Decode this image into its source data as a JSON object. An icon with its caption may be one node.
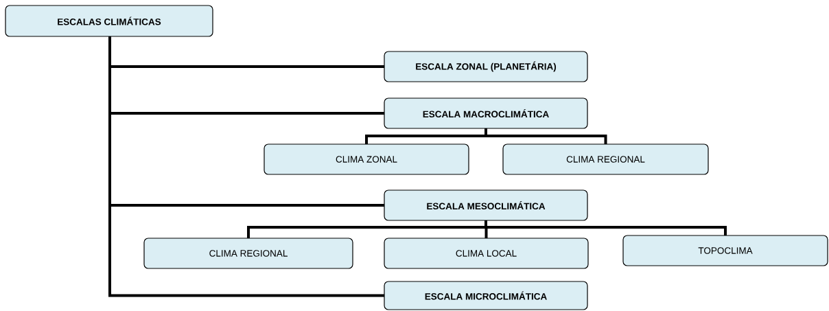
{
  "diagram": {
    "nodes": [
      {
        "text": [
          "ESCALAS CLIMÁTICAS"
        ]
      },
      {
        "text": [
          "ESCALA ZONAL (PLANETÁRIA)"
        ]
      },
      {
        "text": [
          "ESCALA MACROCLIMÁTICA"
        ]
      },
      {
        "text": [
          "CLIMA ZONAL"
        ]
      },
      {
        "text": [
          "CLIMA REGIONAL"
        ]
      },
      {
        "text": [
          "ESCALA MESOCLIMÁTICA"
        ]
      },
      {
        "text": [
          "CLIMA REGIONAL"
        ]
      },
      {
        "text": [
          "CLIMA LOCAL"
        ]
      },
      {
        "text": [
          "TOPOCLIMA"
        ]
      },
      {
        "text": [
          "ESCALA MICROCLIMÁTICA"
        ]
      }
    ],
    "edges": [
      {
        "from": 0,
        "to": 1,
        "arrow": "none"
      },
      {
        "from": 0,
        "to": 2,
        "arrow": "none"
      },
      {
        "from": 2,
        "to": 3,
        "arrow": "none"
      },
      {
        "from": 2,
        "to": 4,
        "arrow": "none"
      },
      {
        "from": 0,
        "to": 5,
        "arrow": "none"
      },
      {
        "from": 5,
        "to": 6,
        "arrow": "none"
      },
      {
        "from": 5,
        "to": 7,
        "arrow": "none"
      },
      {
        "from": 5,
        "to": 8,
        "arrow": "none"
      },
      {
        "from": 0,
        "to": 9,
        "arrow": "none"
      }
    ]
  }
}
